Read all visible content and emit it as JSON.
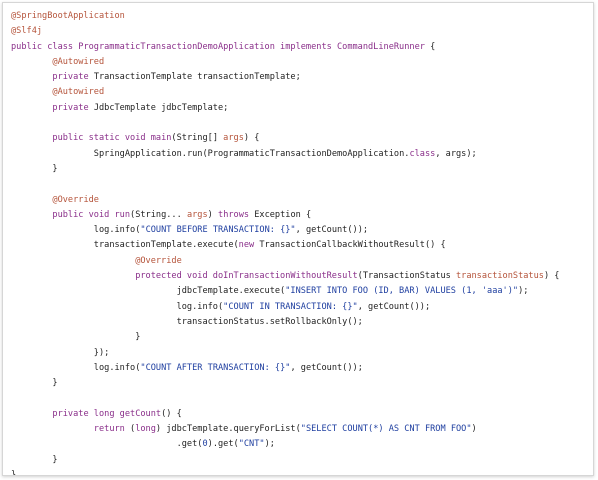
{
  "editor": {
    "lines": [
      {
        "indent": 0,
        "tokens": [
          {
            "t": "annotation",
            "v": "@SpringBootApplication"
          }
        ]
      },
      {
        "indent": 0,
        "tokens": [
          {
            "t": "annotation",
            "v": "@Slf4j"
          }
        ]
      },
      {
        "indent": 0,
        "tokens": [
          {
            "t": "keyword",
            "v": "public class "
          },
          {
            "t": "class",
            "v": "ProgrammaticTransactionDemoApplication"
          },
          {
            "t": "keyword",
            "v": " implements "
          },
          {
            "t": "class",
            "v": "CommandLineRunner"
          },
          {
            "t": "plain",
            "v": " {"
          }
        ]
      },
      {
        "indent": 1,
        "tokens": [
          {
            "t": "annotation",
            "v": "@Autowired"
          }
        ]
      },
      {
        "indent": 1,
        "tokens": [
          {
            "t": "keyword",
            "v": "private "
          },
          {
            "t": "plain",
            "v": "TransactionTemplate transactionTemplate;"
          }
        ]
      },
      {
        "indent": 1,
        "tokens": [
          {
            "t": "annotation",
            "v": "@Autowired"
          }
        ]
      },
      {
        "indent": 1,
        "tokens": [
          {
            "t": "keyword",
            "v": "private "
          },
          {
            "t": "plain",
            "v": "JdbcTemplate jdbcTemplate;"
          }
        ]
      },
      {
        "indent": 0,
        "tokens": []
      },
      {
        "indent": 1,
        "tokens": [
          {
            "t": "keyword",
            "v": "public static void "
          },
          {
            "t": "method",
            "v": "main"
          },
          {
            "t": "plain",
            "v": "(String[] "
          },
          {
            "t": "param",
            "v": "args"
          },
          {
            "t": "plain",
            "v": ") {"
          }
        ]
      },
      {
        "indent": 2,
        "tokens": [
          {
            "t": "plain",
            "v": "SpringApplication."
          },
          {
            "t": "plain",
            "v": "run"
          },
          {
            "t": "plain",
            "v": "(ProgrammaticTransactionDemoApplication."
          },
          {
            "t": "keyword",
            "v": "class"
          },
          {
            "t": "plain",
            "v": ", args);"
          }
        ]
      },
      {
        "indent": 1,
        "tokens": [
          {
            "t": "plain",
            "v": "}"
          }
        ]
      },
      {
        "indent": 0,
        "tokens": []
      },
      {
        "indent": 1,
        "tokens": [
          {
            "t": "annotation",
            "v": "@Override"
          }
        ]
      },
      {
        "indent": 1,
        "tokens": [
          {
            "t": "keyword",
            "v": "public void "
          },
          {
            "t": "method",
            "v": "run"
          },
          {
            "t": "plain",
            "v": "(String... "
          },
          {
            "t": "param",
            "v": "args"
          },
          {
            "t": "plain",
            "v": ") "
          },
          {
            "t": "keyword",
            "v": "throws "
          },
          {
            "t": "plain",
            "v": "Exception {"
          }
        ]
      },
      {
        "indent": 2,
        "tokens": [
          {
            "t": "plain",
            "v": "log."
          },
          {
            "t": "plain",
            "v": "info"
          },
          {
            "t": "plain",
            "v": "("
          },
          {
            "t": "string",
            "v": "\"COUNT BEFORE TRANSACTION: {}\""
          },
          {
            "t": "plain",
            "v": ", getCount());"
          }
        ]
      },
      {
        "indent": 2,
        "tokens": [
          {
            "t": "plain",
            "v": "transactionTemplate.execute("
          },
          {
            "t": "keyword",
            "v": "new "
          },
          {
            "t": "plain",
            "v": "TransactionCallbackWithoutResult() {"
          }
        ]
      },
      {
        "indent": 3,
        "tokens": [
          {
            "t": "annotation",
            "v": "@Override"
          }
        ]
      },
      {
        "indent": 3,
        "tokens": [
          {
            "t": "keyword",
            "v": "protected void "
          },
          {
            "t": "method",
            "v": "doInTransactionWithoutResult"
          },
          {
            "t": "plain",
            "v": "(TransactionStatus "
          },
          {
            "t": "param",
            "v": "transactionStatus"
          },
          {
            "t": "plain",
            "v": ") {"
          }
        ]
      },
      {
        "indent": 4,
        "tokens": [
          {
            "t": "plain",
            "v": "jdbcTemplate.execute("
          },
          {
            "t": "string",
            "v": "\"INSERT INTO FOO (ID, BAR) VALUES (1, 'aaa')\""
          },
          {
            "t": "plain",
            "v": ");"
          }
        ]
      },
      {
        "indent": 4,
        "tokens": [
          {
            "t": "plain",
            "v": "log."
          },
          {
            "t": "plain",
            "v": "info"
          },
          {
            "t": "plain",
            "v": "("
          },
          {
            "t": "string",
            "v": "\"COUNT IN TRANSACTION: {}\""
          },
          {
            "t": "plain",
            "v": ", getCount());"
          }
        ]
      },
      {
        "indent": 4,
        "tokens": [
          {
            "t": "plain",
            "v": "transactionStatus.setRollbackOnly();"
          }
        ]
      },
      {
        "indent": 3,
        "tokens": [
          {
            "t": "plain",
            "v": "}"
          }
        ]
      },
      {
        "indent": 2,
        "tokens": [
          {
            "t": "plain",
            "v": "});"
          }
        ]
      },
      {
        "indent": 2,
        "tokens": [
          {
            "t": "plain",
            "v": "log."
          },
          {
            "t": "plain",
            "v": "info"
          },
          {
            "t": "plain",
            "v": "("
          },
          {
            "t": "string",
            "v": "\"COUNT AFTER TRANSACTION: {}\""
          },
          {
            "t": "plain",
            "v": ", getCount());"
          }
        ]
      },
      {
        "indent": 1,
        "tokens": [
          {
            "t": "plain",
            "v": "}"
          }
        ]
      },
      {
        "indent": 0,
        "tokens": []
      },
      {
        "indent": 1,
        "tokens": [
          {
            "t": "keyword",
            "v": "private long "
          },
          {
            "t": "method",
            "v": "getCount"
          },
          {
            "t": "plain",
            "v": "() {"
          }
        ]
      },
      {
        "indent": 2,
        "tokens": [
          {
            "t": "keyword",
            "v": "return "
          },
          {
            "t": "plain",
            "v": "("
          },
          {
            "t": "keyword",
            "v": "long"
          },
          {
            "t": "plain",
            "v": ") jdbcTemplate.queryForList("
          },
          {
            "t": "string",
            "v": "\"SELECT COUNT(*) AS CNT FROM FOO\""
          },
          {
            "t": "plain",
            "v": ")"
          }
        ]
      },
      {
        "indent": 4,
        "tokens": [
          {
            "t": "plain",
            "v": ".get("
          },
          {
            "t": "number",
            "v": "0"
          },
          {
            "t": "plain",
            "v": ").get("
          },
          {
            "t": "string",
            "v": "\"CNT\""
          },
          {
            "t": "plain",
            "v": ");"
          }
        ]
      },
      {
        "indent": 1,
        "tokens": [
          {
            "t": "plain",
            "v": "}"
          }
        ]
      },
      {
        "indent": 0,
        "tokens": [
          {
            "t": "plain",
            "v": "}"
          }
        ]
      }
    ]
  }
}
